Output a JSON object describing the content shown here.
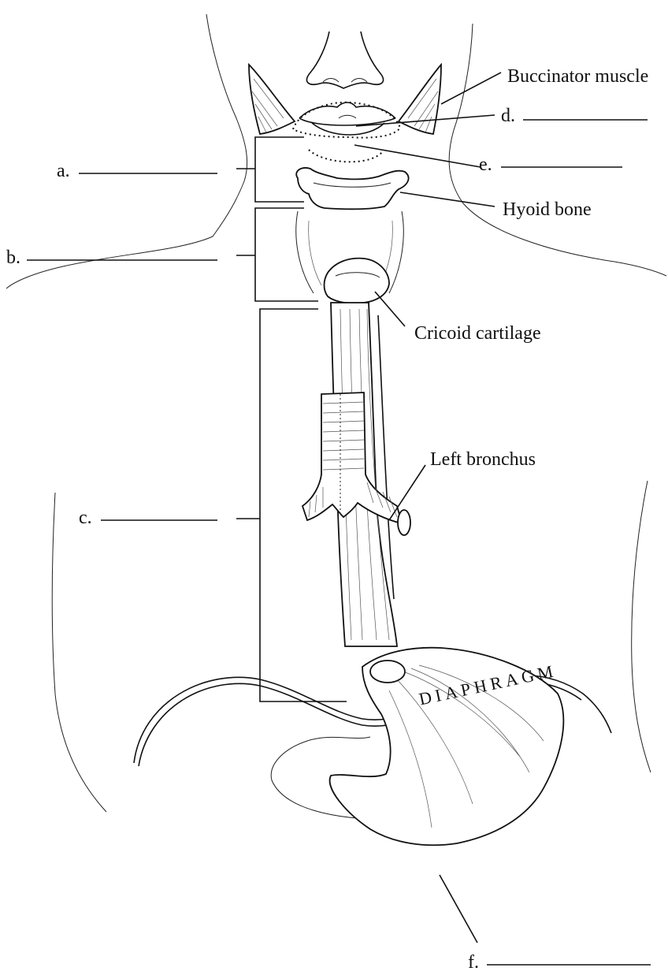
{
  "labels": {
    "buccinator": "Buccinator muscle",
    "hyoid": "Hyoid bone",
    "cricoid": "Cricoid cartilage",
    "left_bronchus": "Left bronchus",
    "diaphragm": "DIAPHRAGM"
  },
  "blanks": {
    "a": "a.",
    "b": "b.",
    "c": "c.",
    "d": "d.",
    "e": "e.",
    "f": "f."
  }
}
